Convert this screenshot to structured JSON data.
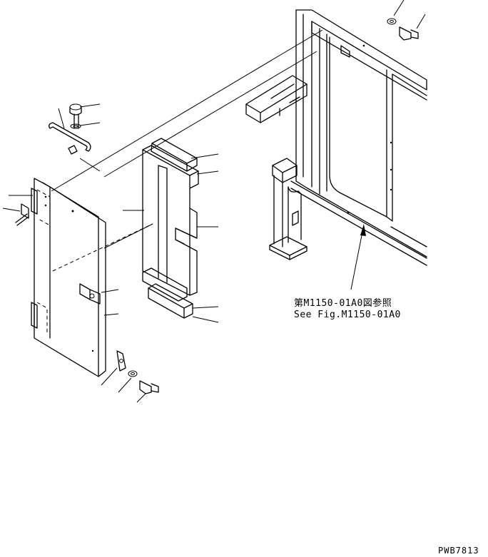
{
  "drawing": {
    "reference_jp": "第M1150-01A0図参照",
    "reference_en": "See Fig.M1150-01A0",
    "code": "PWB7813"
  }
}
